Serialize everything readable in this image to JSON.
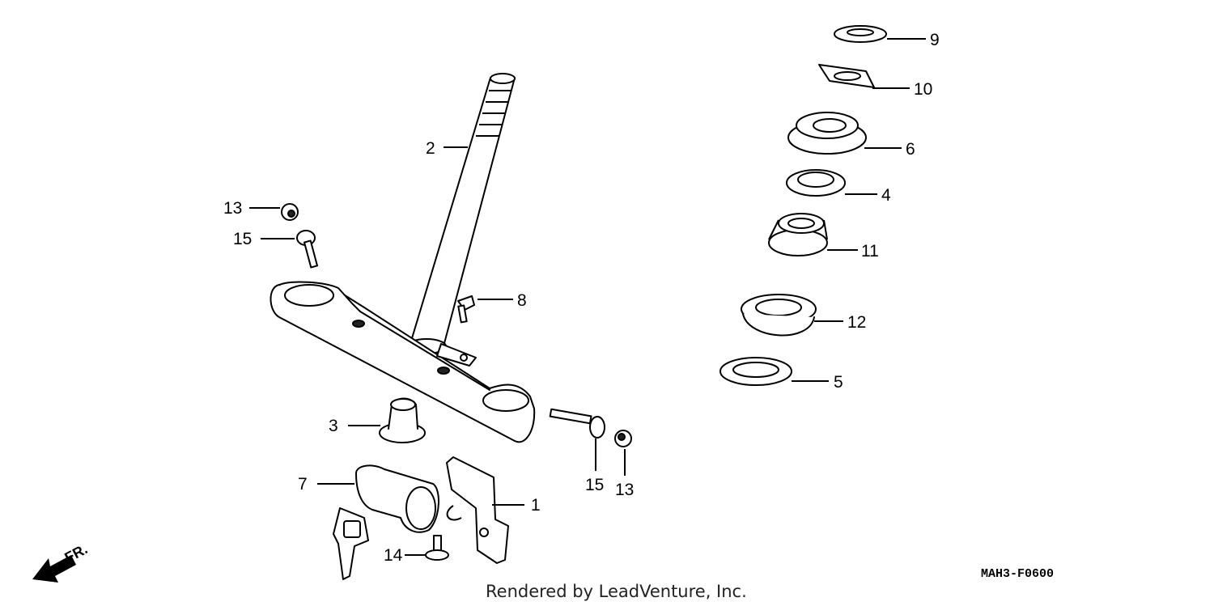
{
  "diagram": {
    "code": "MAH3-F0600",
    "credit": "Rendered by LeadVenture, Inc.",
    "direction_label": "FR.",
    "callouts": [
      {
        "id": "c1",
        "label": "1"
      },
      {
        "id": "c2",
        "label": "2"
      },
      {
        "id": "c3",
        "label": "3"
      },
      {
        "id": "c4",
        "label": "4"
      },
      {
        "id": "c5",
        "label": "5"
      },
      {
        "id": "c6",
        "label": "6"
      },
      {
        "id": "c7",
        "label": "7"
      },
      {
        "id": "c8",
        "label": "8"
      },
      {
        "id": "c9",
        "label": "9"
      },
      {
        "id": "c10",
        "label": "10"
      },
      {
        "id": "c11",
        "label": "11"
      },
      {
        "id": "c12",
        "label": "12"
      },
      {
        "id": "c13a",
        "label": "13"
      },
      {
        "id": "c13b",
        "label": "13"
      },
      {
        "id": "c14",
        "label": "14"
      },
      {
        "id": "c15a",
        "label": "15"
      },
      {
        "id": "c15b",
        "label": "15"
      }
    ]
  }
}
